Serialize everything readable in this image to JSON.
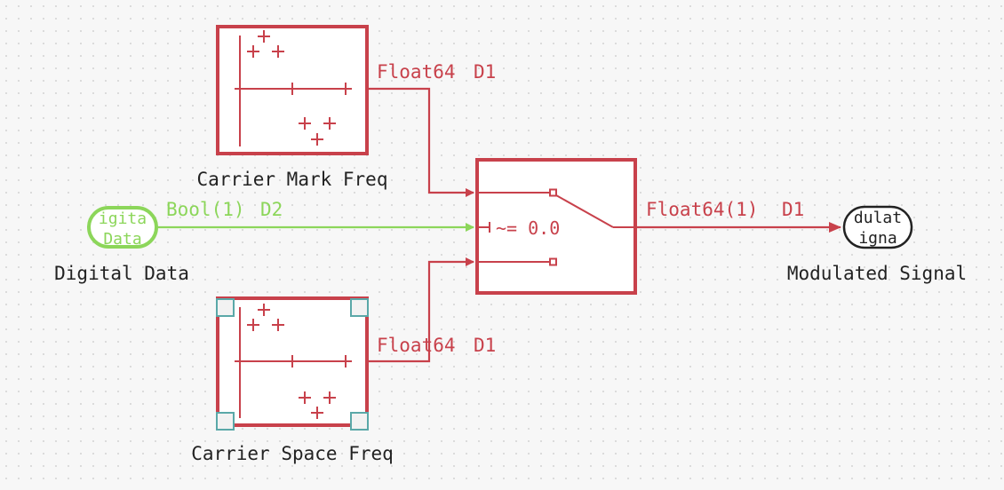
{
  "colors": {
    "block": "#c8414b",
    "bool_signal": "#8cd65a",
    "selection_handle": "#5aa8a8",
    "port_out": "#222222"
  },
  "blocks": {
    "carrier_mark": {
      "name": "Carrier Mark Freq",
      "type": "scatter-scope-icon"
    },
    "carrier_space": {
      "name": "Carrier Space Freq",
      "type": "scatter-scope-icon",
      "selected": true
    },
    "switch": {
      "name": "",
      "condition": "~= 0.0",
      "type": "switch-icon"
    },
    "inport": {
      "name": "Digital Data",
      "inner_line1": "igita",
      "inner_line2": "Data"
    },
    "outport": {
      "name": "Modulated Signal",
      "inner_line1": "dulat",
      "inner_line2": "igna"
    }
  },
  "signals": {
    "mark_to_switch": {
      "type": "Float64",
      "dim": "D1"
    },
    "data_to_switch": {
      "type": "Bool(1)",
      "dim": "D2"
    },
    "space_to_switch": {
      "type": "Float64",
      "dim": "D1"
    },
    "switch_to_out": {
      "type": "Float64(1)",
      "dim": "D1"
    }
  }
}
